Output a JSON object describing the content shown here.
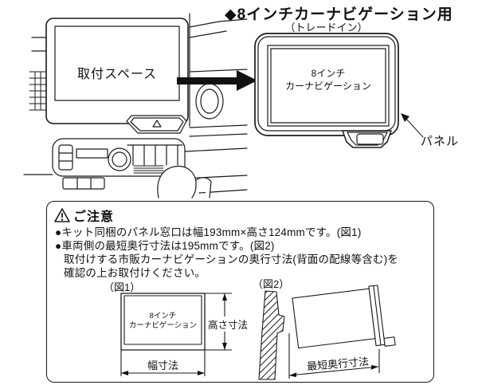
{
  "header": {
    "title": "◆8インチカーナビゲーション用",
    "subtitle": "（トレードイン）"
  },
  "illustration": {
    "dash_screen_label": "取付スペース",
    "panel_line1": "8インチ",
    "panel_line2": "カーナビゲーション",
    "panel_callout": "パネル"
  },
  "caution": {
    "heading": "ご注意",
    "bullet1": "●キット同梱のパネル窓口は幅193mm×高さ124mmです。(図1)",
    "bullet2": "●車両側の最短奥行寸法は195mmです。(図2)",
    "bullet2_cont1": "取付けする市販カーナビゲーションの奥行寸法(背面の配線等含む)を",
    "bullet2_cont2": "確認の上お取付けください。",
    "panel_window_width_mm": "193",
    "panel_window_height_mm": "124",
    "min_depth_mm": "195"
  },
  "fig1": {
    "label": "（図1）",
    "unit_line1": "8インチ",
    "unit_line2": "カーナビゲーション",
    "width_label": "幅寸法",
    "height_label": "高さ寸法"
  },
  "fig2": {
    "label": "（図2）",
    "depth_label": "最短奥行寸法"
  },
  "icons": {
    "warning": "warning-triangle-icon",
    "flow_arrow": "arrow-right-icon",
    "callout_arrow": "panel-callout-arrow-icon"
  },
  "colors": {
    "line": "#1a1a1a",
    "arrow_fill": "#111111",
    "background": "#ffffff"
  }
}
